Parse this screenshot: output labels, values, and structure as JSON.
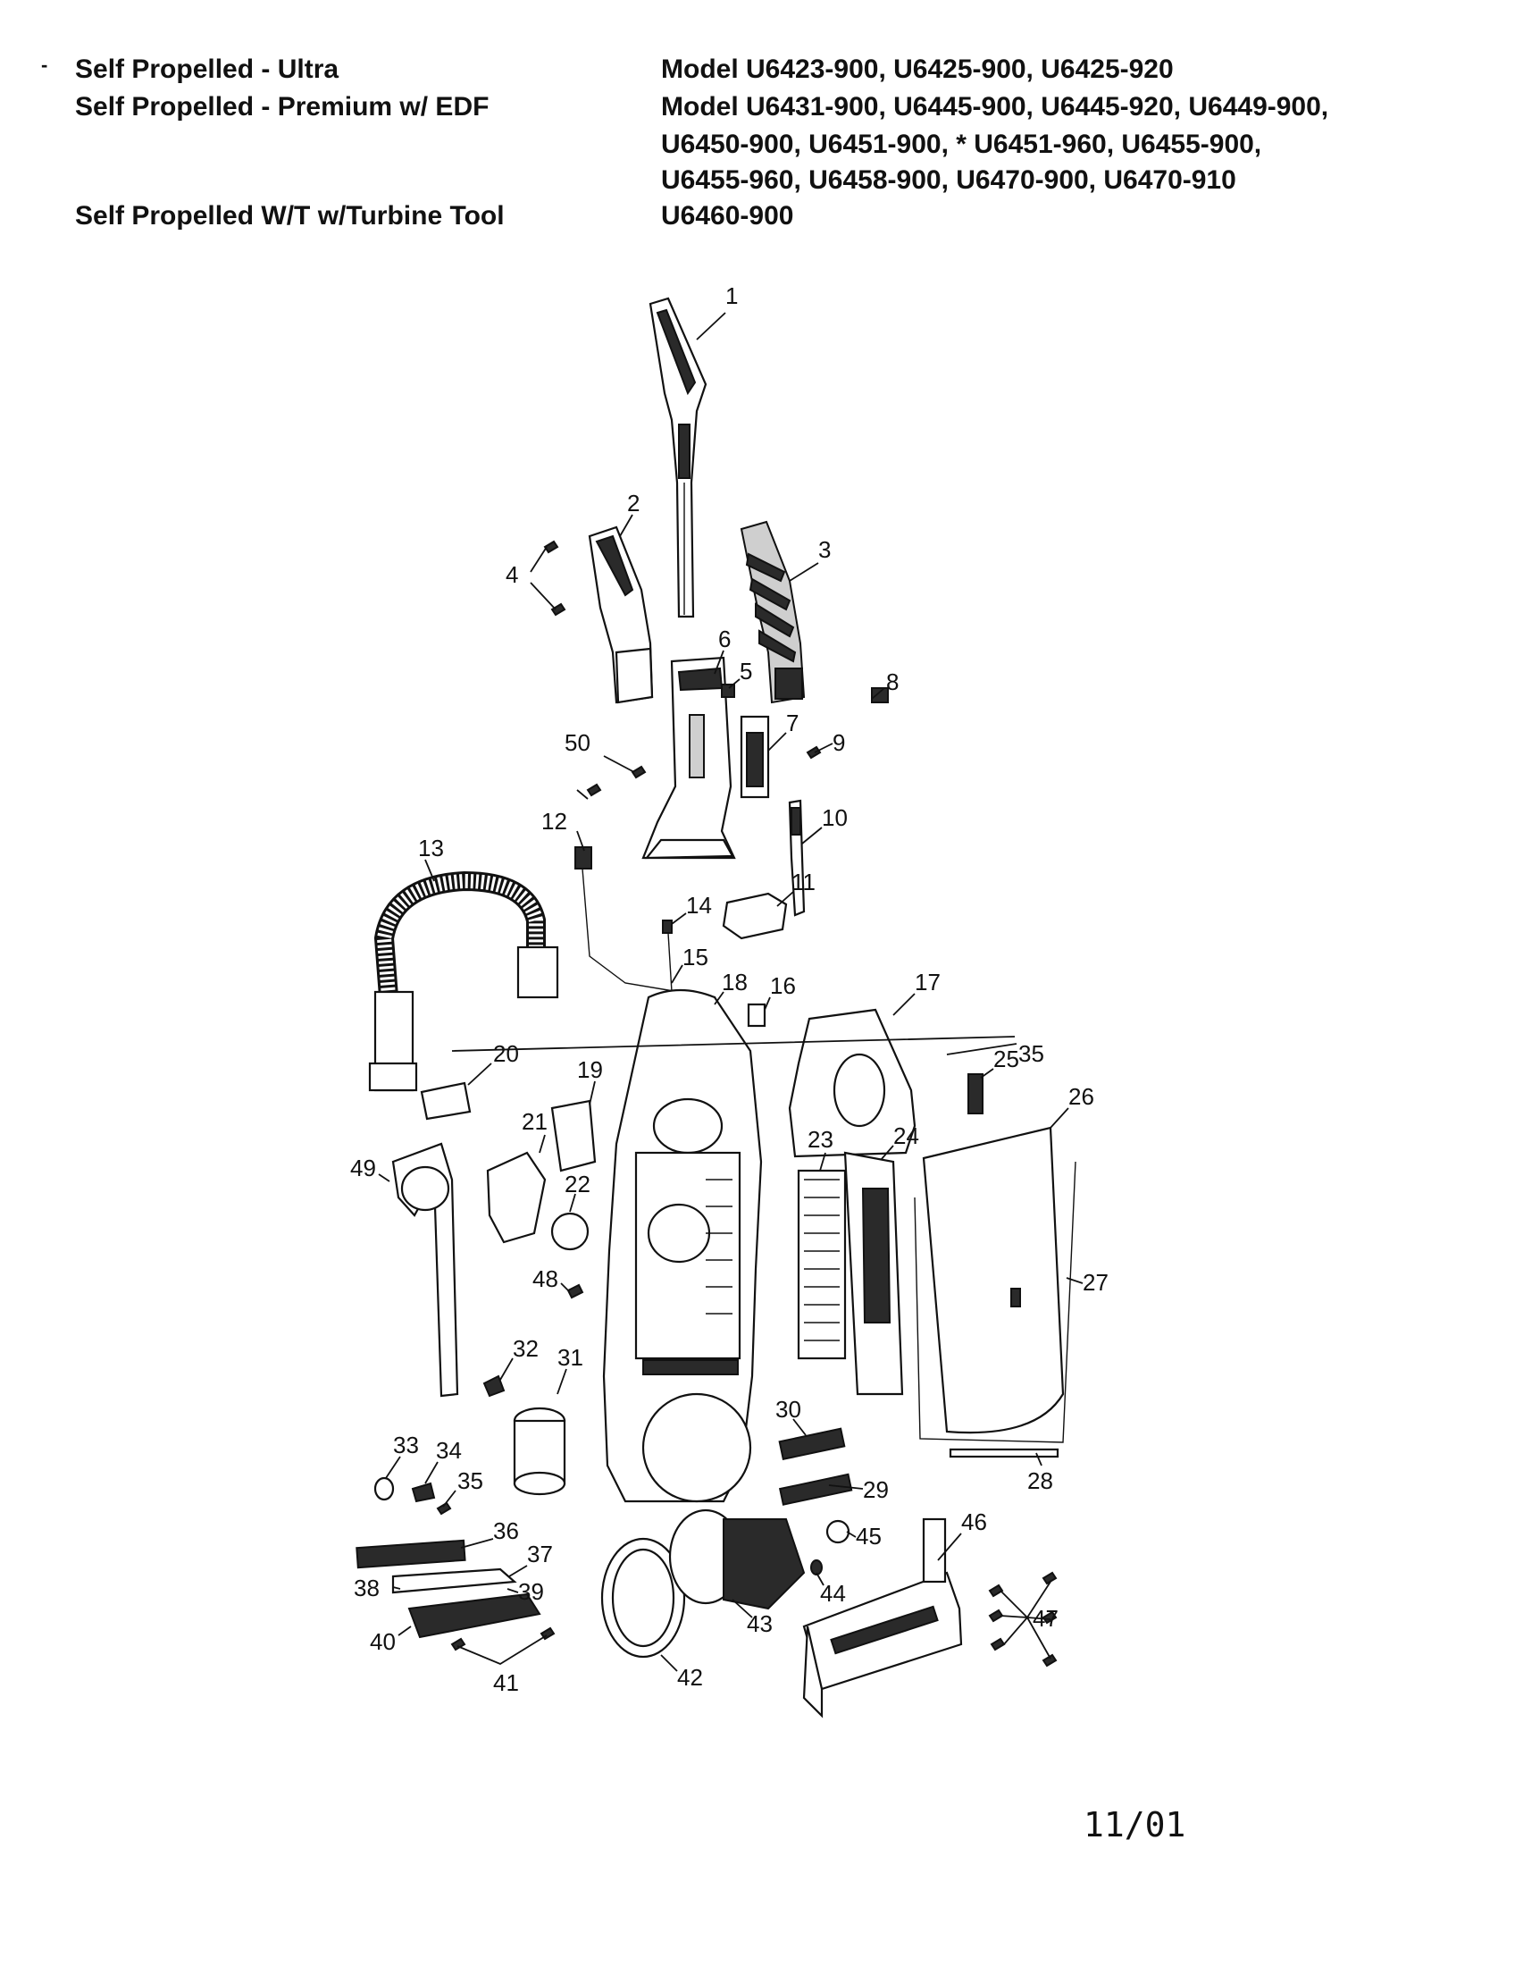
{
  "header": {
    "left": [
      "Self Propelled - Ultra",
      "Self Propelled - Premium w/ EDF",
      "Self Propelled W/T w/Turbine Tool"
    ],
    "right": [
      "Model U6423-900, U6425-900, U6425-920",
      "Model U6431-900, U6445-900, U6445-920, U6449-900,",
      "U6450-900, U6451-900, * U6451-960, U6455-900,",
      "U6455-960, U6458-900, U6470-900, U6470-910",
      "U6460-900"
    ],
    "dash": "-"
  },
  "footer": {
    "date": "11/01"
  },
  "callouts": [
    "1",
    "2",
    "3",
    "4",
    "5",
    "6",
    "7",
    "8",
    "9",
    "10",
    "11",
    "12",
    "13",
    "14",
    "15",
    "16",
    "17",
    "18",
    "19",
    "20",
    "21",
    "22",
    "23",
    "24",
    "25",
    "26",
    "27",
    "28",
    "29",
    "30",
    "31",
    "32",
    "33",
    "34",
    "35",
    "35",
    "36",
    "37",
    "38",
    "39",
    "40",
    "41",
    "42",
    "43",
    "44",
    "45",
    "46",
    "47",
    "48",
    "49",
    "50"
  ]
}
